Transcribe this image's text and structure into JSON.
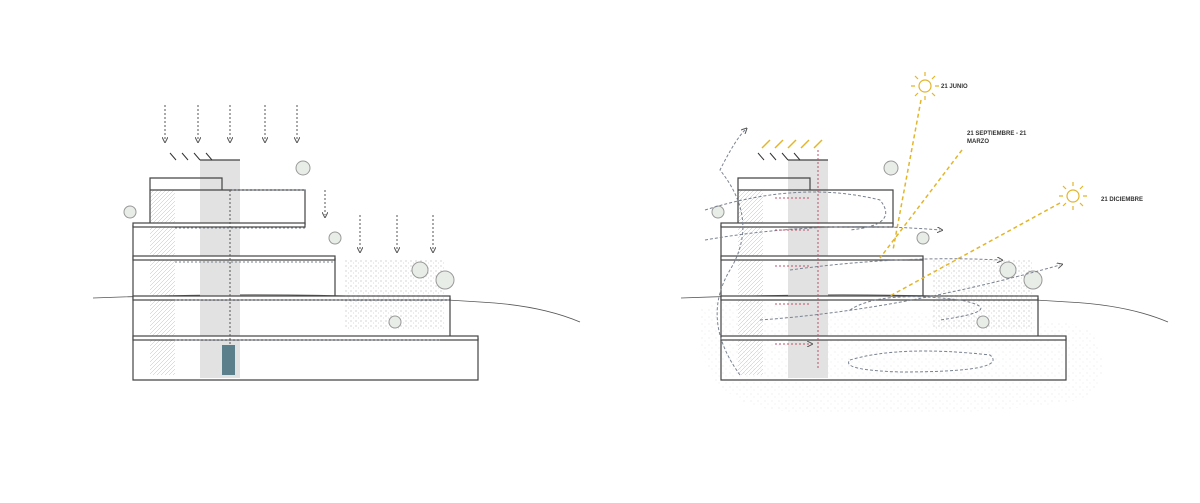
{
  "diagrams": [
    {
      "name": "natural-lighting-section"
    },
    {
      "name": "solar-ventilation-section"
    }
  ],
  "sun_labels": {
    "june": "21 JUNIO",
    "equinox_line1": "21 SEPTIEMBRE - 21",
    "equinox_line2": "MARZO",
    "december": "21 DICIEMBRE"
  },
  "colors": {
    "sun": "#e3b52a",
    "airflow": "#7a8290",
    "core": "#dcdcdc",
    "heat_arrow": "#c0506a",
    "door": "#5c7f8c"
  }
}
